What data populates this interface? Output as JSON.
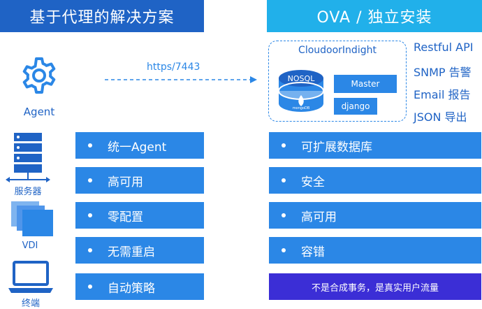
{
  "headers": {
    "left": "基于代理的解决方案",
    "right": "OVA / 独立安装"
  },
  "agent_label": "Agent",
  "connection_label": "https/7443",
  "device_labels": {
    "server": "服务器",
    "vdi": "VDI",
    "terminal": "终端"
  },
  "cloud": {
    "title": "CloudoorIndight",
    "db_label": "NOSQL",
    "db_sub": "mongoDB",
    "master": "Master",
    "django": "django"
  },
  "outputs": [
    "Restful API",
    "SNMP 告警",
    "Email 报告",
    "JSON 导出"
  ],
  "left_features": [
    "统一Agent",
    "高可用",
    "零配置",
    "无需重启",
    "自动策略"
  ],
  "right_features": [
    "可扩展数据库",
    "安全",
    "高可用",
    "容错"
  ],
  "footer_note": "不是合成事务，是真实用户流量",
  "colors": {
    "dark_blue": "#1f63c5",
    "cyan": "#21b0ea",
    "bar_blue": "#2b87e6",
    "indigo": "#3b2ed6"
  }
}
